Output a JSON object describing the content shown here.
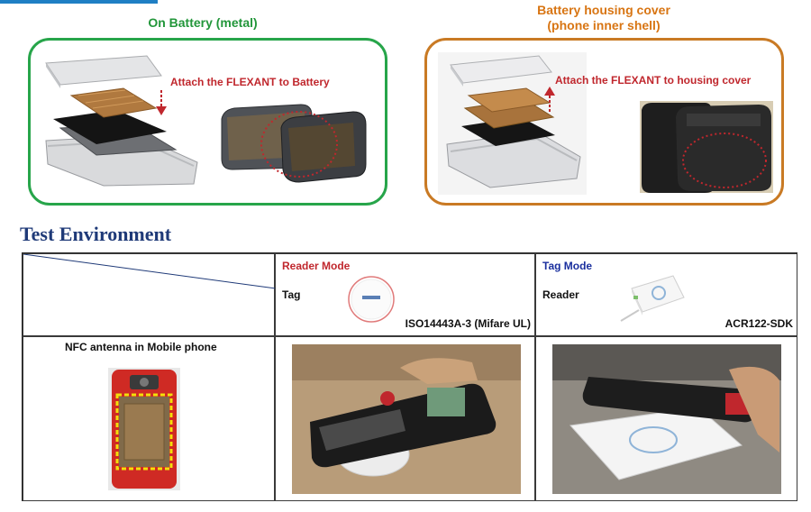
{
  "top_panels": {
    "left": {
      "title": "On Battery (metal)",
      "instruction": "Attach the FLEXANT to Battery"
    },
    "right": {
      "title_line1": "Battery housing cover",
      "title_line2": "(phone inner shell)",
      "instruction": "Attach  the FLEXANT to housing cover"
    }
  },
  "section_title": "Test Environment",
  "table": {
    "reader_mode": {
      "mode_label": "Reader Mode",
      "device_label": "Tag",
      "part_label": "ISO14443A-3 (Mifare UL)"
    },
    "tag_mode": {
      "mode_label": "Tag Mode",
      "device_label": "Reader",
      "part_label": "ACR122-SDK"
    },
    "row_label": "NFC antenna in Mobile phone"
  },
  "colors": {
    "green_panel": "#27a54a",
    "orange_panel": "#c97a24",
    "instruction_red": "#c0272d",
    "heading_navy": "#1f3a78",
    "tag_mode_blue": "#1a2f9e"
  }
}
